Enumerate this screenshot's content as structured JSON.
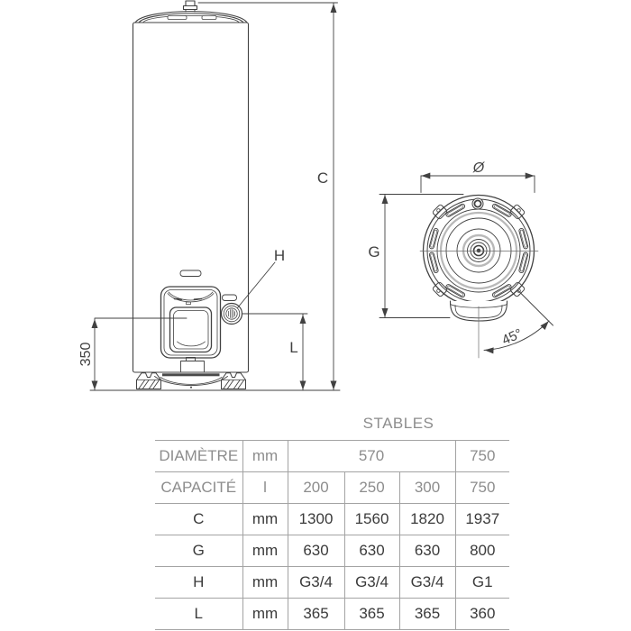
{
  "diagram": {
    "front_view": {
      "height_total": "C",
      "connection": "H",
      "height_connection": "L",
      "panel_height": "350"
    },
    "top_view": {
      "diameter": "Ø",
      "depth": "G",
      "angle": "45°"
    }
  },
  "table": {
    "group_header": "STABLES",
    "rows": [
      {
        "label": "DIAMÈTRE",
        "unit": "mm",
        "value_570": "570",
        "value_750": "750"
      },
      {
        "label": "CAPACITÉ",
        "unit": "l",
        "values": [
          "200",
          "250",
          "300",
          "750"
        ]
      },
      {
        "label": "C",
        "unit": "mm",
        "values": [
          "1300",
          "1560",
          "1820",
          "1937"
        ]
      },
      {
        "label": "G",
        "unit": "mm",
        "values": [
          "630",
          "630",
          "630",
          "800"
        ]
      },
      {
        "label": "H",
        "unit": "mm",
        "values": [
          "G3/4",
          "G3/4",
          "G3/4",
          "G1"
        ]
      },
      {
        "label": "L",
        "unit": "mm",
        "values": [
          "365",
          "365",
          "365",
          "360"
        ]
      }
    ]
  },
  "colors": {
    "line": "#414141",
    "muted_text": "#8d8d8d",
    "dark_text": "#3b3b3b",
    "table_border": "#a3a3a3",
    "gray_ring": "#b9b9b9"
  }
}
